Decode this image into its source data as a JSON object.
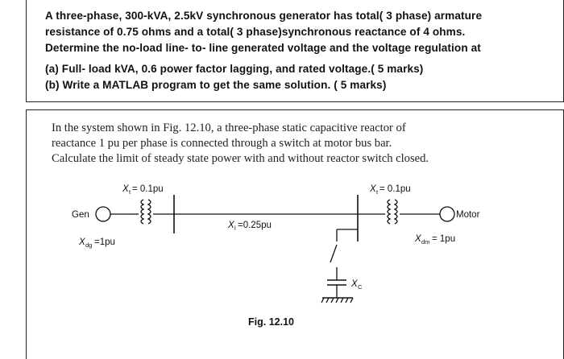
{
  "question1": {
    "lines": [
      "A three-phase, 300-kVA, 2.5kV synchronous generator has total( 3 phase) armature",
      "resistance of 0.75 ohms and a total( 3 phase)synchronous reactance of 4 ohms.",
      "Determine the no-load line- to- line generated voltage and the voltage regulation at"
    ],
    "part_a": "(a) Full- load kVA, 0.6 power factor lagging, and rated voltage.( 5 marks)",
    "part_b": "(b) Write a MATLAB program to get the same solution. ( 5 marks)"
  },
  "question2": {
    "lines": [
      "In the system shown in Fig. 12.10, a three-phase static capacitive reactor of",
      "reactance 1 pu per phase is connected through a switch at motor bus bar.",
      "Calculate the limit of steady state power with and without reactor switch closed."
    ]
  },
  "figure": {
    "gen_label": "Gen",
    "motor_label": "Motor",
    "xt1_label": "X",
    "xt1_sub": "t",
    "xt1_value": "= 0.1pu",
    "xt2_label": "X",
    "xt2_sub": "t",
    "xt2_value": "= 0.1pu",
    "xl_label": "X",
    "xl_sub": "l",
    "xl_value": "=0.25pu",
    "xdg_label": "X",
    "xdg_sub": "dg",
    "xdg_value": "=1pu",
    "xdm_label": "X",
    "xdm_sub": "dm",
    "xdm_value": "= 1pu",
    "xc_label": "X",
    "xc_sub": "C",
    "caption": "Fig. 12.10"
  }
}
